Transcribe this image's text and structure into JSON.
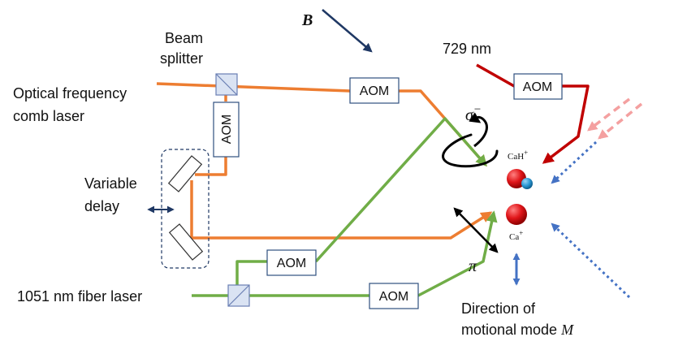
{
  "labels": {
    "b_field": "B",
    "beam_splitter_line1": "Beam",
    "beam_splitter_line2": "splitter",
    "comb_line1": "Optical frequency",
    "comb_line2": "comb laser",
    "variable_line1": "Variable",
    "variable_line2": "delay",
    "fiber_laser": "1051 nm fiber laser",
    "wavelength_729": "729 nm",
    "sigma_minus": "σ",
    "sigma_sup": "−",
    "pi": "π",
    "cah_ion": "CaH",
    "cah_sup": "+",
    "ca_ion": "Ca",
    "ca_sup": "+",
    "direction_line1": "Direction of",
    "direction_line2": "motional mode ",
    "mode_symbol": "M"
  },
  "aoms": [
    {
      "id": "comb-top",
      "label": "AOM"
    },
    {
      "id": "comb-vertical",
      "label": "AOM"
    },
    {
      "id": "729",
      "label": "AOM"
    },
    {
      "id": "fiber-upper",
      "label": "AOM"
    },
    {
      "id": "fiber-lower",
      "label": "AOM"
    }
  ],
  "colors": {
    "comb_beam": "#ED7D31",
    "fiber_beam": "#70AD47",
    "beam_729": "#C00000",
    "dashed_beam": "#F4A0A0",
    "dotted_beam": "#4472C4",
    "arrow_dark": "#1F3864",
    "optic_fill": "#DAE3F3",
    "optic_stroke": "#6A7FB3",
    "ion_red": "#E0161A",
    "ion_blue": "#2E9BD6"
  }
}
